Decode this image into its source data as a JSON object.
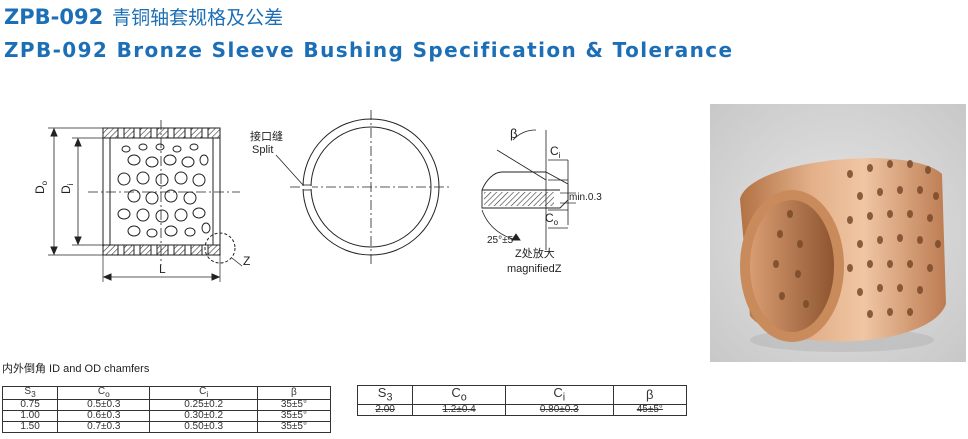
{
  "header": {
    "model": "ZPB-092",
    "title_cn": "青铜轴套规格及公差",
    "title_en": "ZPB-092 Bronze Sleeve Bushing Specification & Tolerance"
  },
  "drawing": {
    "label_do": "D",
    "label_do_sub": "o",
    "label_di": "D",
    "label_di_sub": "i",
    "label_l": "L",
    "label_z": "Z",
    "split_cn": "接口缝",
    "split_en": "Split",
    "beta": "β",
    "ci": "C",
    "ci_sub": "i",
    "co": "C",
    "co_sub": "o",
    "min": "min.0.3",
    "angle": "25°±5°",
    "magnified_cn": "Z处放大",
    "magnified_en": "magnifiedZ"
  },
  "chamfer_caption": "内外倒角 ID and OD chamfers",
  "table1": {
    "headers": [
      {
        "main": "S",
        "sub": "3"
      },
      {
        "main": "C",
        "sub": "o"
      },
      {
        "main": "C",
        "sub": "i"
      },
      {
        "main": "β",
        "sub": ""
      }
    ],
    "rows": [
      [
        "0.75",
        "0.5±0.3",
        "0.25±0.2",
        "35±5°"
      ],
      [
        "1.00",
        "0.6±0.3",
        "0.30±0.2",
        "35±5°"
      ],
      [
        "1.50",
        "0.7±0.3",
        "0.50±0.3",
        "35±5°"
      ]
    ]
  },
  "table2": {
    "headers": [
      {
        "main": "S",
        "sub": "3"
      },
      {
        "main": "C",
        "sub": "o"
      },
      {
        "main": "C",
        "sub": "i"
      },
      {
        "main": "β",
        "sub": ""
      }
    ],
    "rows": [
      [
        "2.00",
        "1.2±0.4",
        "0.80±0.3",
        "45±5°"
      ]
    ]
  },
  "colors": {
    "title": "#1c6fb6",
    "bronze": "#c98a5c",
    "photo_bg": "#d4d4d4"
  }
}
